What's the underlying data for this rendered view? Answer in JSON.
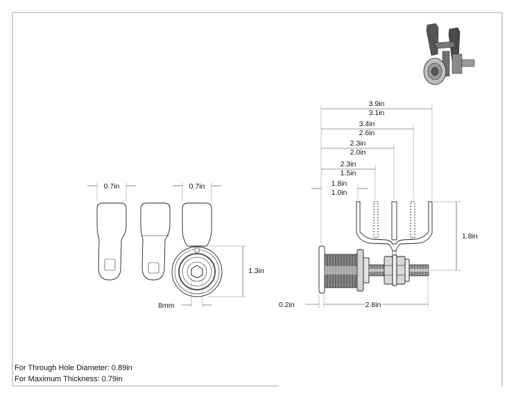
{
  "dimensions": {
    "left_tongue_width": "0.7in",
    "right_tongue_width": "0.7in",
    "face_height": "1.3in",
    "cylinder_key": "8mm",
    "overall_a": "3.9in",
    "overall_b": "3.1in",
    "grip_a": "3.4in",
    "grip_b": "2.6in",
    "mid_a": "2.3in",
    "mid_b": "2.0in",
    "inner_a": "2.3in",
    "inner_b": "1.5in",
    "offset_a": "1.8in",
    "offset_b": "1.0in",
    "cam_height": "1.8in",
    "flange": "0.2in",
    "body_length": "2.8in"
  },
  "notes": {
    "through_hole": "For Through Hole Diameter: 0.89in",
    "max_thickness": "For Maximum Thickness: 0.79in"
  },
  "colors": {
    "line": "#222222",
    "frame": "#8a8a8a",
    "metal_dark": "#555555",
    "metal_light": "#bdbdbd"
  }
}
